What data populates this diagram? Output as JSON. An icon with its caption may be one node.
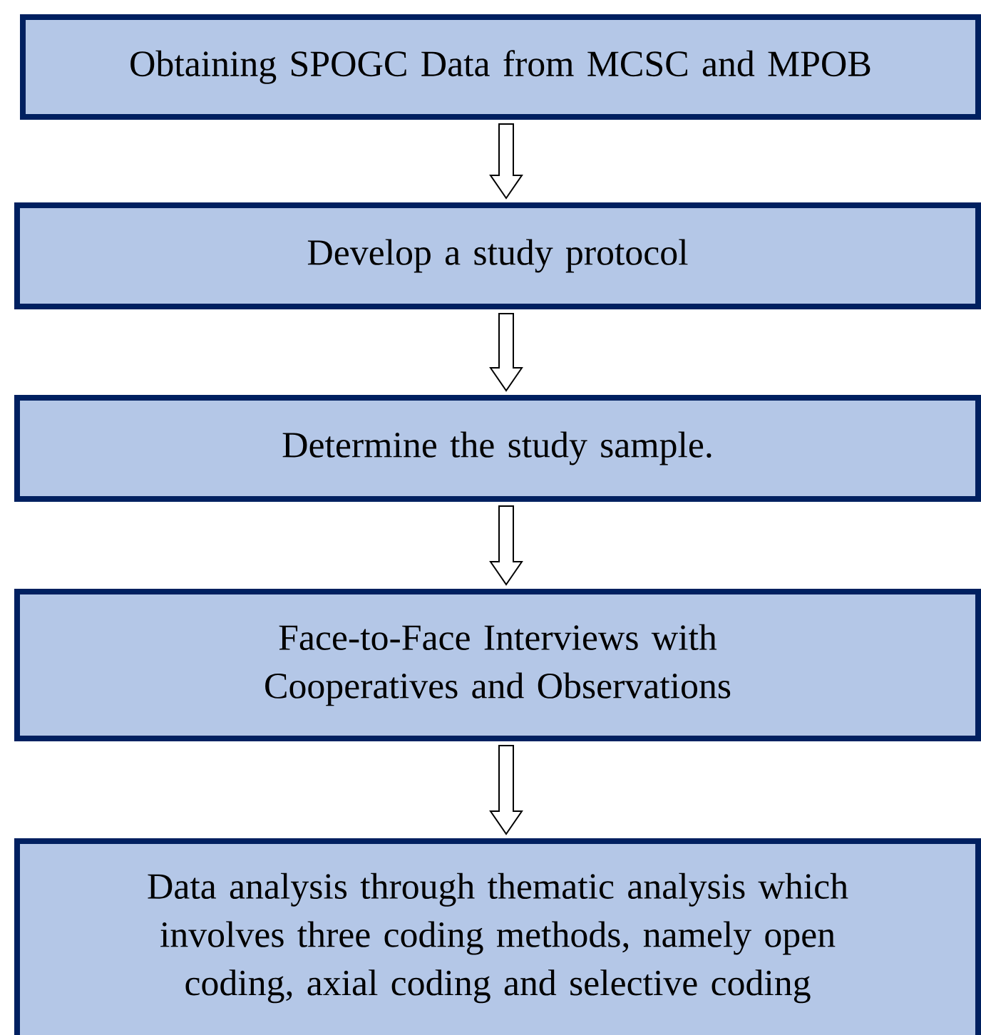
{
  "diagram": {
    "nodes": [
      {
        "text": [
          "Obtaining SPOGC Data from MCSC and MPOB"
        ]
      },
      {
        "text": [
          "Develop a study protocol"
        ]
      },
      {
        "text": [
          "Determine the study sample."
        ]
      },
      {
        "text": [
          "Face-to-Face Interviews with Cooperatives and Observations"
        ]
      },
      {
        "text": [
          "Data analysis through thematic analysis which involves three coding methods, namely open coding, axial coding  and selective coding"
        ]
      }
    ],
    "edges": [
      {
        "from": 0,
        "to": 1,
        "arrow": "to"
      },
      {
        "from": 1,
        "to": 2,
        "arrow": "to"
      },
      {
        "from": 2,
        "to": 3,
        "arrow": "to"
      },
      {
        "from": 3,
        "to": 4,
        "arrow": "to"
      }
    ]
  }
}
